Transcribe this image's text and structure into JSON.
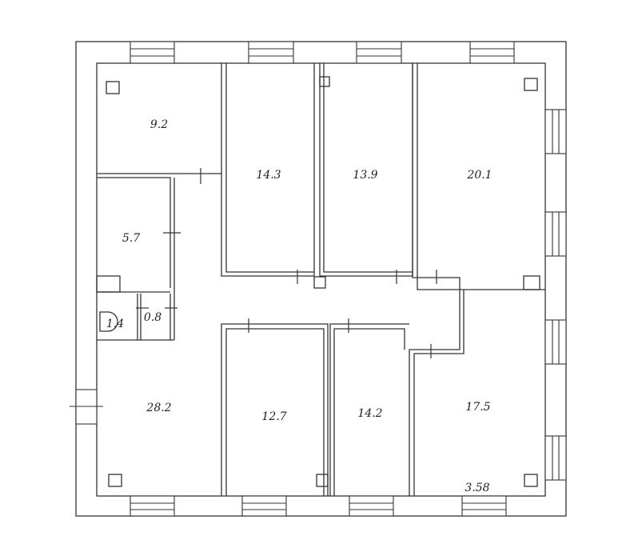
{
  "rooms": [
    {
      "id": "r1",
      "area": "9.2"
    },
    {
      "id": "r2",
      "area": "14.3"
    },
    {
      "id": "r3",
      "area": "13.9"
    },
    {
      "id": "r4",
      "area": "20.1"
    },
    {
      "id": "r5",
      "area": "5.7"
    },
    {
      "id": "r6",
      "area": "1.4"
    },
    {
      "id": "r7",
      "area": "0.8"
    },
    {
      "id": "r8",
      "area": "28.2"
    },
    {
      "id": "r9",
      "area": "12.7"
    },
    {
      "id": "r10",
      "area": "14.2"
    },
    {
      "id": "r11",
      "area": "17.5"
    }
  ],
  "dimension_label": "3.58"
}
